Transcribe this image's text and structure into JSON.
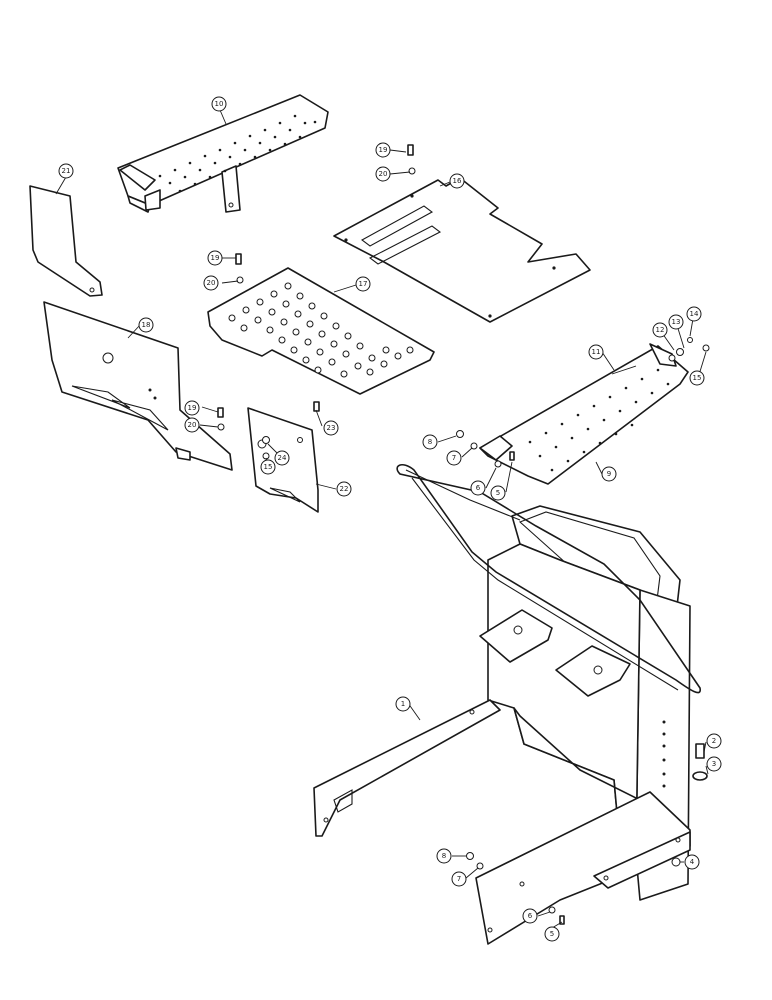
{
  "callouts": [
    {
      "id": "c10",
      "label": "10"
    },
    {
      "id": "c21",
      "label": "21"
    },
    {
      "id": "c19a",
      "label": "19"
    },
    {
      "id": "c20a",
      "label": "20"
    },
    {
      "id": "c16",
      "label": "16"
    },
    {
      "id": "c19b",
      "label": "19"
    },
    {
      "id": "c20b",
      "label": "20"
    },
    {
      "id": "c17",
      "label": "17"
    },
    {
      "id": "c18",
      "label": "18"
    },
    {
      "id": "c14",
      "label": "14"
    },
    {
      "id": "c13",
      "label": "13"
    },
    {
      "id": "c12",
      "label": "12"
    },
    {
      "id": "c15a",
      "label": "15"
    },
    {
      "id": "c11",
      "label": "11"
    },
    {
      "id": "c19c",
      "label": "19"
    },
    {
      "id": "c20c",
      "label": "20"
    },
    {
      "id": "c23",
      "label": "23"
    },
    {
      "id": "c15b",
      "label": "15"
    },
    {
      "id": "c24",
      "label": "24"
    },
    {
      "id": "c22",
      "label": "22"
    },
    {
      "id": "c8a",
      "label": "8"
    },
    {
      "id": "c7a",
      "label": "7"
    },
    {
      "id": "c6a",
      "label": "6"
    },
    {
      "id": "c5a",
      "label": "5"
    },
    {
      "id": "c9",
      "label": "9"
    },
    {
      "id": "c1",
      "label": "1"
    },
    {
      "id": "c2",
      "label": "2"
    },
    {
      "id": "c3",
      "label": "3"
    },
    {
      "id": "c4",
      "label": "4"
    },
    {
      "id": "c8b",
      "label": "8"
    },
    {
      "id": "c7b",
      "label": "7"
    },
    {
      "id": "c6b",
      "label": "6"
    },
    {
      "id": "c5b",
      "label": "5"
    }
  ]
}
